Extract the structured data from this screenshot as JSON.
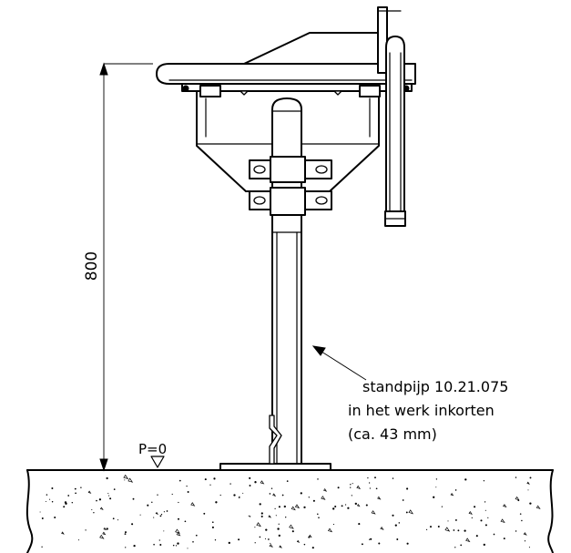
{
  "drawing": {
    "dimension_value": "800",
    "level_label": "P=0",
    "note_lines": [
      "standpijp 10.21.075",
      "in het werk inkorten",
      "(ca. 43 mm)"
    ]
  },
  "colors": {
    "line": "#000000",
    "background": "#ffffff"
  }
}
